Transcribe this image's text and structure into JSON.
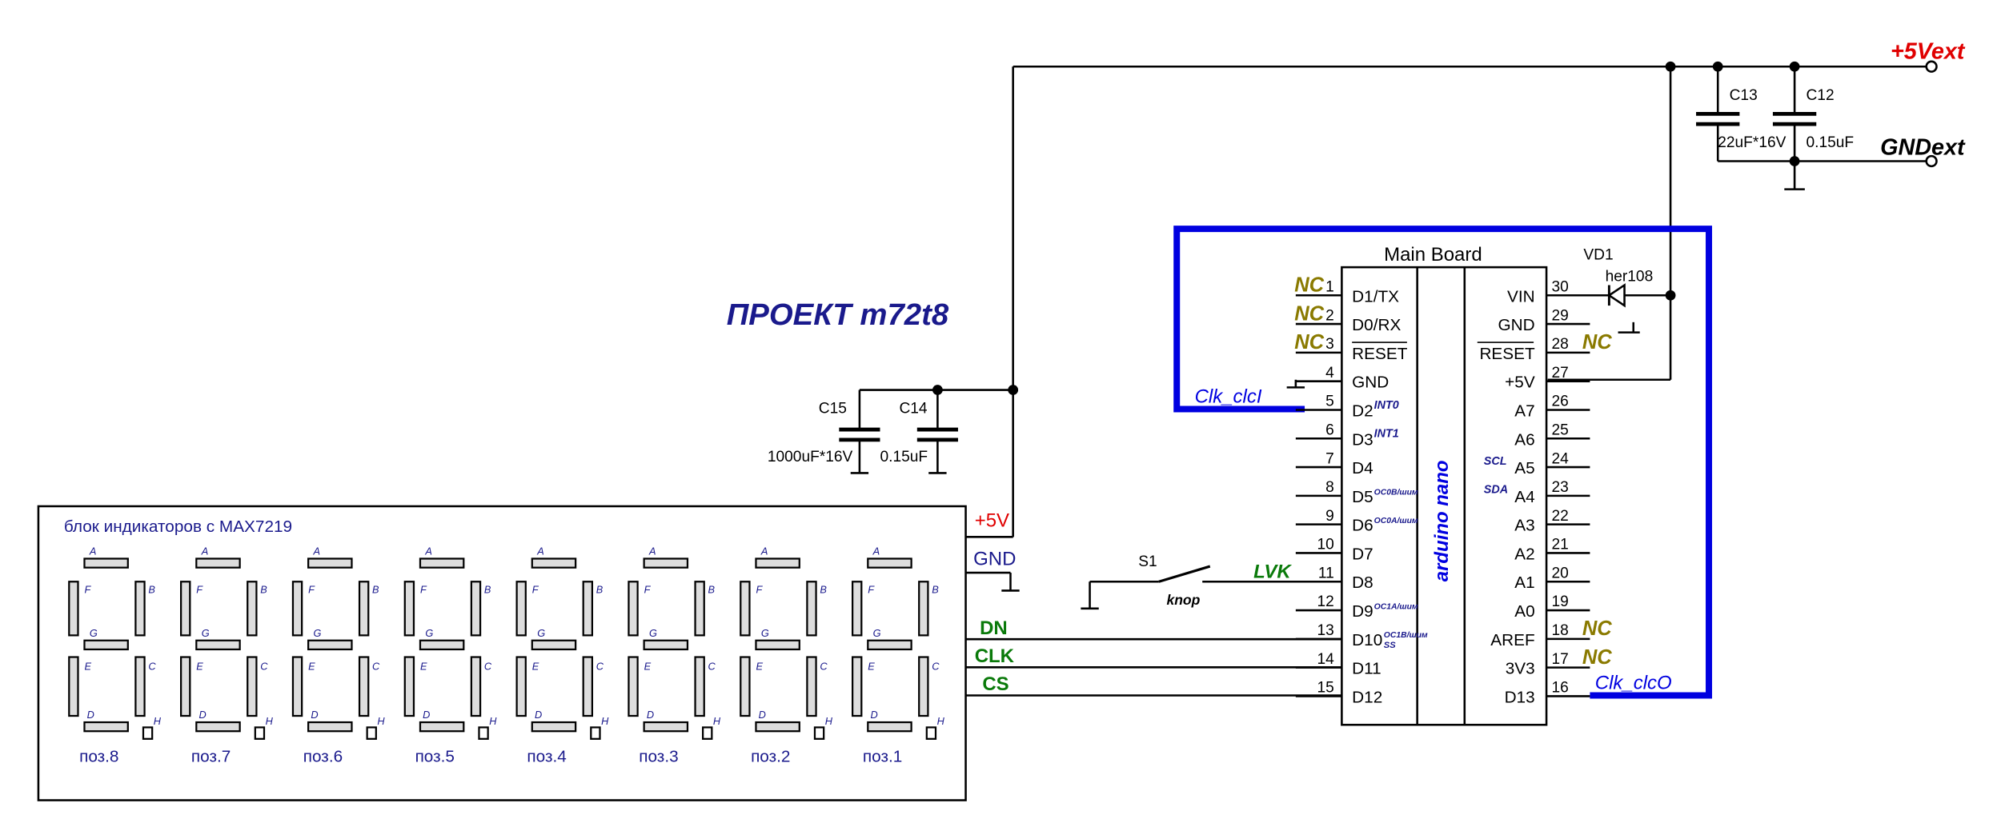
{
  "project_title": "ПРОЕКТ m72t8",
  "power": {
    "vext_label": "+5Vext",
    "gndext_label": "GNDext"
  },
  "capacitors": [
    {
      "ref": "C13",
      "value": "22uF*16V"
    },
    {
      "ref": "C12",
      "value": "0.15uF"
    },
    {
      "ref": "C15",
      "value": "1000uF*16V"
    },
    {
      "ref": "C14",
      "value": "0.15uF"
    }
  ],
  "diode": {
    "ref": "VD1",
    "value": "her108"
  },
  "switch": {
    "ref": "S1",
    "label": "knop",
    "net": "LVK"
  },
  "main_board": {
    "title": "Main Board",
    "module": "arduino nano",
    "left_pins": [
      {
        "num": "1",
        "name": "D1/TX",
        "nc": "NC",
        "alt": ""
      },
      {
        "num": "2",
        "name": "D0/RX",
        "nc": "NC",
        "alt": ""
      },
      {
        "num": "3",
        "name": "RESET",
        "nc": "NC",
        "alt": ""
      },
      {
        "num": "4",
        "name": "GND",
        "nc": "",
        "alt": ""
      },
      {
        "num": "5",
        "name": "D2",
        "nc": "",
        "alt": "INT0"
      },
      {
        "num": "6",
        "name": "D3",
        "nc": "",
        "alt": "INT1"
      },
      {
        "num": "7",
        "name": "D4",
        "nc": "",
        "alt": ""
      },
      {
        "num": "8",
        "name": "D5",
        "nc": "",
        "alt": "OC0B/шим"
      },
      {
        "num": "9",
        "name": "D6",
        "nc": "",
        "alt": "OC0A/шим"
      },
      {
        "num": "10",
        "name": "D7",
        "nc": "",
        "alt": ""
      },
      {
        "num": "11",
        "name": "D8",
        "nc": "",
        "alt": ""
      },
      {
        "num": "12",
        "name": "D9",
        "nc": "",
        "alt": "OC1A/шим"
      },
      {
        "num": "13",
        "name": "D10",
        "nc": "",
        "alt": "OC1B/шим",
        "alt2": "SS"
      },
      {
        "num": "14",
        "name": "D11",
        "nc": "",
        "alt": ""
      },
      {
        "num": "15",
        "name": "D12",
        "nc": "",
        "alt": ""
      }
    ],
    "right_pins": [
      {
        "num": "30",
        "name": "VIN",
        "nc": "",
        "alt": ""
      },
      {
        "num": "29",
        "name": "GND",
        "nc": "",
        "alt": ""
      },
      {
        "num": "28",
        "name": "RESET",
        "nc": "NC",
        "alt": ""
      },
      {
        "num": "27",
        "name": "+5V",
        "nc": "",
        "alt": ""
      },
      {
        "num": "26",
        "name": "A7",
        "nc": "",
        "alt": ""
      },
      {
        "num": "25",
        "name": "A6",
        "nc": "",
        "alt": ""
      },
      {
        "num": "24",
        "name": "A5",
        "nc": "",
        "alt": "SCL"
      },
      {
        "num": "23",
        "name": "A4",
        "nc": "",
        "alt": "SDA"
      },
      {
        "num": "22",
        "name": "A3",
        "nc": "",
        "alt": ""
      },
      {
        "num": "21",
        "name": "A2",
        "nc": "",
        "alt": ""
      },
      {
        "num": "20",
        "name": "A1",
        "nc": "",
        "alt": ""
      },
      {
        "num": "19",
        "name": "A0",
        "nc": "",
        "alt": ""
      },
      {
        "num": "18",
        "name": "AREF",
        "nc": "NC",
        "alt": ""
      },
      {
        "num": "17",
        "name": "3V3",
        "nc": "NC",
        "alt": ""
      },
      {
        "num": "16",
        "name": "D13",
        "nc": "",
        "alt": ""
      }
    ]
  },
  "clock_nets": {
    "in": "Clk_clcI",
    "out": "Clk_clcO"
  },
  "display_block": {
    "title": "блок индикаторов с MAX7219",
    "vcc_label": "+5V",
    "gnd_label": "GND",
    "signals": [
      "DN",
      "CLK",
      "CS"
    ],
    "positions": [
      "поз.8",
      "поз.7",
      "поз.6",
      "поз.5",
      "поз.4",
      "поз.3",
      "поз.2",
      "поз.1"
    ],
    "segment_letters": [
      "A",
      "B",
      "C",
      "D",
      "E",
      "F",
      "G",
      "H"
    ]
  },
  "colors": {
    "wire": "#000000",
    "board_outline": "#0000e0",
    "label_navy": "#1a1a8c",
    "signal_green": "#0a7a0a",
    "nc_olive": "#8a7a00",
    "power_red": "#e00000"
  }
}
